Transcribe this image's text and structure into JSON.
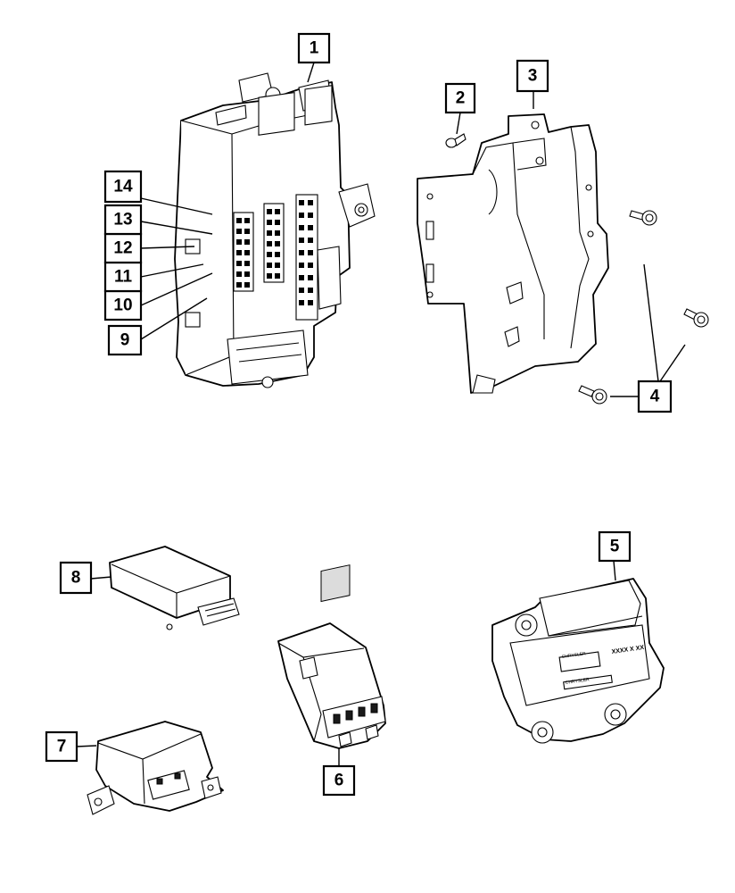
{
  "callouts": [
    {
      "id": "1",
      "label": "1"
    },
    {
      "id": "2",
      "label": "2"
    },
    {
      "id": "3",
      "label": "3"
    },
    {
      "id": "4",
      "label": "4"
    },
    {
      "id": "5",
      "label": "5"
    },
    {
      "id": "6",
      "label": "6"
    },
    {
      "id": "7",
      "label": "7"
    },
    {
      "id": "8",
      "label": "8"
    },
    {
      "id": "9",
      "label": "9"
    },
    {
      "id": "10",
      "label": "10"
    },
    {
      "id": "11",
      "label": "11"
    },
    {
      "id": "12",
      "label": "12"
    },
    {
      "id": "13",
      "label": "13"
    },
    {
      "id": "14",
      "label": "14"
    }
  ],
  "module5_label": {
    "brand_top": "CHRYSLER",
    "code": "XXXX X XX",
    "brand_bottom": "CHRYSLER"
  },
  "colors": {
    "line": "#000000",
    "background": "#ffffff"
  }
}
